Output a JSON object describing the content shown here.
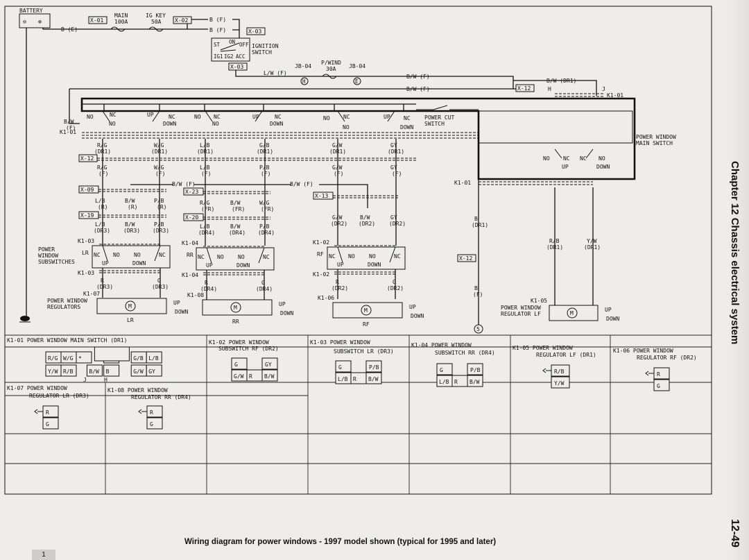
{
  "page": {
    "chapter_title": "Chapter 12  Chassis electrical system",
    "page_number": "12-49",
    "caption": "Wiring diagram for power windows - 1997 model shown (typical for 1995 and later)",
    "corner_tab": "1"
  },
  "top": {
    "battery": "BATTERY",
    "b_e": "B (E)",
    "x01": "X-01",
    "main_fuse": [
      "MAIN",
      "100A"
    ],
    "ig_key_fuse": [
      "IG KEY",
      "50A"
    ],
    "x02": "X-02",
    "b_f1": "B (F)",
    "b_f2": "B (F)",
    "x03a": "X-03",
    "ignition_switch": [
      "IGNITION",
      "SWITCH"
    ],
    "ign_terms": [
      "ST",
      "ON",
      "OFF",
      "IG1",
      "IG2",
      "ACC"
    ],
    "x03b": "X-03",
    "lw_f": "L/W (F)",
    "jb04a": "JB-04",
    "pwind_fuse": [
      "P/WIND",
      "30A"
    ],
    "jb04b": "JB-04",
    "circle_h": "H",
    "circle_e": "E",
    "bw_f1": "B/W (F)",
    "bw_f2": "B/W (F)",
    "bw_dr1": "B/W (DR1)",
    "x12_top": "X-12",
    "h": "H",
    "j": "J",
    "k1_01_r": "K1-01"
  },
  "main_switch": {
    "label": [
      "POWER WINDOW",
      "MAIN SWITCH"
    ],
    "power_cut": [
      "POWER CUT",
      "SWITCH"
    ],
    "k1_01_left": "K1-01",
    "bw_f_left": [
      "B/W",
      "(F)"
    ],
    "lr_labels": [
      "NO",
      "NC",
      "UP",
      "NC",
      "NO",
      "DOWN"
    ],
    "rr_labels": [
      "NO",
      "NC",
      "UP",
      "NC",
      "NO",
      "DOWN"
    ],
    "rf_labels": [
      "NO",
      "NC",
      "UP",
      "NC",
      "NO",
      "DOWN"
    ],
    "lf_labels": [
      "NO",
      "NC",
      "NC",
      "NO",
      "UP",
      "DOWN"
    ],
    "wires_dr1": [
      [
        "R/G",
        "(DR1)"
      ],
      [
        "W/G",
        "(DR1)"
      ],
      [
        "L/B",
        "(DR1)"
      ],
      [
        "G/B",
        "(DR1)"
      ],
      [
        "G/W",
        "(DR1)"
      ],
      [
        "GY",
        "(DR1)"
      ]
    ],
    "x12_mid": "X-12",
    "wires_f": [
      [
        "R/G",
        "(F)"
      ],
      [
        "W/G",
        "(F)"
      ],
      [
        "L/B",
        "(F)"
      ],
      [
        "P/B",
        "(F)"
      ],
      [
        "G/W",
        "(F)"
      ],
      [
        "GY",
        "(F)"
      ]
    ],
    "k1_01_mid": "K1-01"
  },
  "branches": {
    "bw_f_a": "B/W (F)",
    "bw_f_b": "B/W (F)",
    "x09": "X-09",
    "x23": "X-23",
    "x13": "X-13",
    "x19": "X-19",
    "x20": "X-20",
    "lr_r": [
      [
        "L/B",
        "(R)"
      ],
      [
        "B/W",
        "(R)"
      ],
      [
        "P/B",
        "(R)"
      ]
    ],
    "rr_fr": [
      [
        "R/G",
        "(FR)"
      ],
      [
        "B/W",
        "(FR)"
      ],
      [
        "W/G",
        "(FR)"
      ]
    ],
    "lr_dr3": [
      [
        "L/B",
        "(DR3)"
      ],
      [
        "B/W",
        "(DR3)"
      ],
      [
        "P/B",
        "(DR3)"
      ]
    ],
    "rr_dr4": [
      [
        "L/B",
        "(DR4)"
      ],
      [
        "B/W",
        "(DR4)"
      ],
      [
        "P/B",
        "(DR4)"
      ]
    ],
    "rf_dr2": [
      [
        "G/W",
        "(DR2)"
      ],
      [
        "B/W",
        "(DR2)"
      ],
      [
        "GY",
        "(DR2)"
      ]
    ],
    "lf_b_dr1": [
      "B",
      "(DR1)"
    ],
    "x12_low": "X-12",
    "lf_b_f": [
      "B",
      "(F)"
    ],
    "lf_rb": [
      "R/B",
      "(DR1)"
    ],
    "lf_yw": [
      "Y/W",
      "(DR1)"
    ],
    "circle_5": "5"
  },
  "subswitches": {
    "label": [
      "POWER",
      "WINDOW",
      "SUBSWITCHES"
    ],
    "k1_03": "K1-03",
    "k1_03b": "K1-03",
    "k1_04": "K1-04",
    "k1_04b": "K1-04",
    "k1_02": "K1-02",
    "k1_02b": "K1-02",
    "lr": "LR",
    "rr": "RR",
    "rf": "RF",
    "sw_labels": [
      "NC",
      "NO",
      "NO",
      "NC",
      "UP",
      "DOWN"
    ],
    "lr_out": [
      [
        "R",
        "(DR3)"
      ],
      [
        "G",
        "(DR3)"
      ]
    ],
    "rr_out": [
      [
        "R",
        "(DR4)"
      ],
      [
        "G",
        "(DR4)"
      ]
    ],
    "rf_out": [
      [
        "R",
        "(DR2)"
      ],
      [
        "G",
        "(DR2)"
      ]
    ]
  },
  "regulators": {
    "label_lr": [
      "POWER WINDOW",
      "REGULATORS"
    ],
    "k1_07": "K1-07",
    "k1_08": "K1-08",
    "k1_06": "K1-06",
    "k1_05": "K1-05",
    "lf_label": [
      "POWER WINDOW",
      "REGULATOR LF"
    ],
    "m": "M",
    "up": "UP",
    "down": "DOWN",
    "lr": "LR",
    "rr": "RR",
    "rf": "RF"
  },
  "connectors": {
    "k1_01": {
      "title": "K1-01 POWER WINDOW MAIN SWITCH (DR1)",
      "row1": [
        "R/G",
        "W/G",
        "*",
        "",
        "G/B",
        "L/B"
      ],
      "row2": [
        "Y/W",
        "R/B",
        "B/W",
        "B",
        "G/W",
        "GY"
      ],
      "j": "J",
      "h": "H"
    },
    "k1_02": {
      "title": [
        "K1-02 POWER WINDOW",
        "SUBSWITCH RF (DR2)"
      ],
      "row1": [
        "G",
        "",
        "GY"
      ],
      "row2": [
        "G/W",
        "R",
        "B/W"
      ]
    },
    "k1_03": {
      "title": [
        "K1-03 POWER WINDOW",
        "SUBSWITCH LR (DR3)"
      ],
      "row1": [
        "G",
        "",
        "P/B"
      ],
      "row2": [
        "L/B",
        "R",
        "B/W"
      ]
    },
    "k1_04": {
      "title": [
        "K1-04 POWER WINDOW",
        "SUBSWITCH RR (DR4)"
      ],
      "row1": [
        "G",
        "",
        "P/B"
      ],
      "row2": [
        "L/B",
        "R",
        "B/W"
      ]
    },
    "k1_05": {
      "title": [
        "K1-05 POWER WINDOW",
        "REGULATOR LF (DR1)"
      ],
      "cells": [
        "R/B",
        "Y/W"
      ]
    },
    "k1_06": {
      "title": [
        "K1-06 POWER WINDOW",
        "REGULATOR RF (DR2)"
      ],
      "cells": [
        "R",
        "G"
      ]
    },
    "k1_07": {
      "title": [
        "K1-07 POWER WINDOW",
        "REGULATOR LR (DR3)"
      ],
      "cells": [
        "R",
        "G"
      ]
    },
    "k1_08": {
      "title": [
        "K1-08 POWER WINDOW",
        "REGULATOR RR (DR4)"
      ],
      "cells": [
        "R",
        "G"
      ]
    }
  }
}
